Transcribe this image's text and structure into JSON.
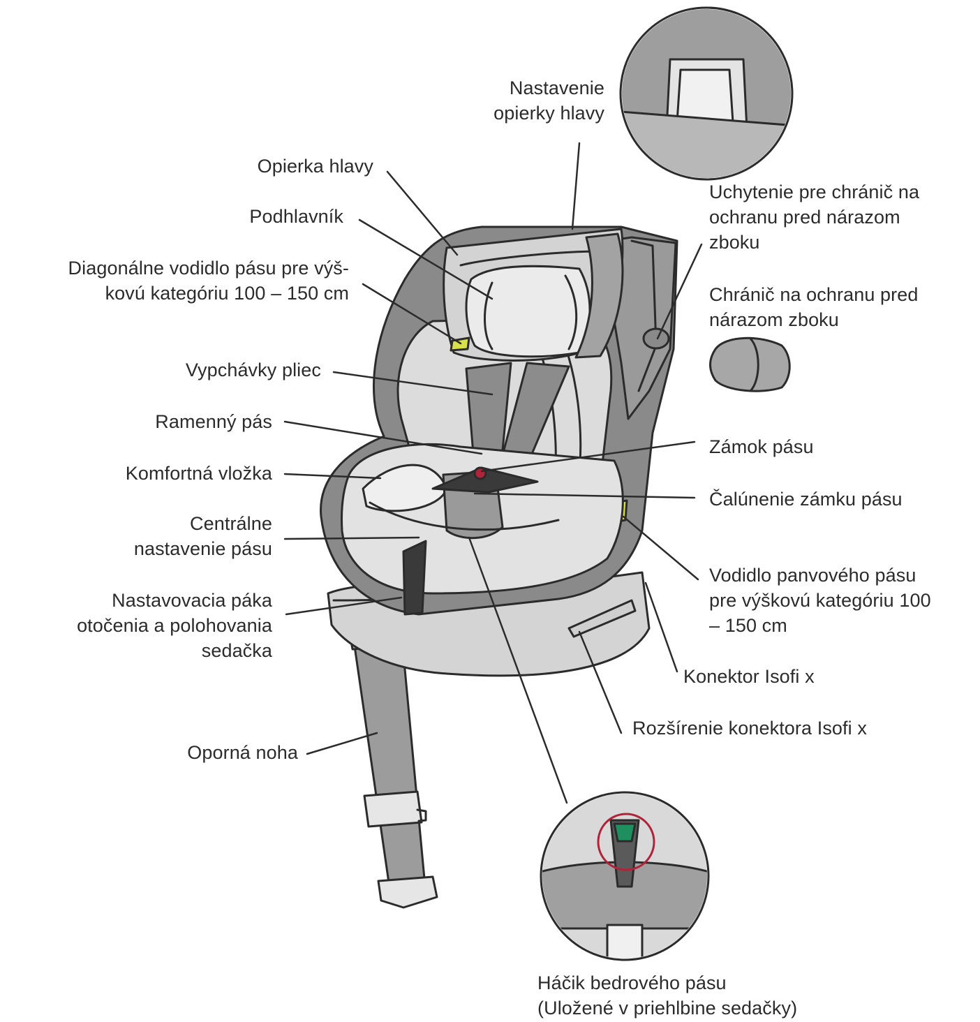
{
  "labels": {
    "headrest_adjust": "Nastavenie\nopierky hlavy",
    "headrest": "Opierka hlavy",
    "head_cushion": "Podhlavník",
    "diagonal_guide": "Diagonálne vodidlo pásu pre výš-\nkovú kategóriu 100 – 150 cm",
    "shoulder_pads": "Vypchávky pliec",
    "shoulder_belt": "Ramenný pás",
    "comfort_insert": "Komfortná vložka",
    "central_adjust": "Centrálne\nnastavenie pásu",
    "rotation_lever": "Nastavovacia páka\notočenia a polohovania\nsedačka",
    "support_leg": "Oporná noha",
    "side_impact_mount": "Uchytenie pre chránič na\nochranu pred nárazom\nzboku",
    "side_impact_protector": "Chránič na ochranu pred\nnárazom zboku",
    "buckle": "Zámok pásu",
    "buckle_pad": "Čalúnenie zámku pásu",
    "lap_guide": "Vodidlo panvového pásu\npre výškovú kategóriu 100\n– 150 cm",
    "isofix_connector": "Konektor Isofi x",
    "isofix_extension": "Rozšírenie konektora Isofi x",
    "lap_hook": "Háčik bedrového pásu\n(Uložené v priehlbine sedačky)"
  },
  "colors": {
    "dark_gray": "#8a8a8a",
    "mid_gray": "#b9b9b9",
    "light_gray": "#dcdcdc",
    "lightest": "#ededed",
    "outline": "#2b2b2b",
    "accent_yellow": "#d8e04a",
    "accent_green": "#1f8f5f",
    "accent_red": "#b0243a"
  }
}
